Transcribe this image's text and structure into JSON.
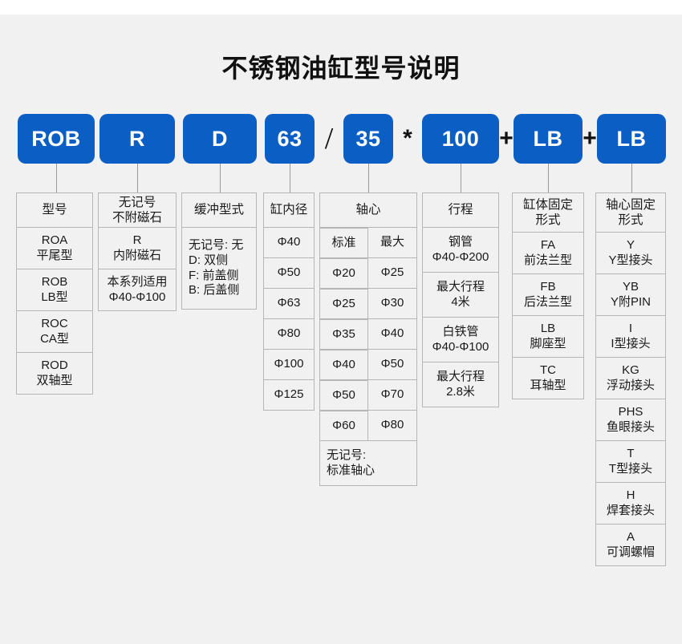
{
  "page": {
    "title": "不锈钢油缸型号说明",
    "background": "#f1f1f1",
    "accent": "#0b5fc4",
    "border_color": "#b6b6b6"
  },
  "code_row": {
    "badges": [
      {
        "label": "ROB",
        "name": "badge-model"
      },
      {
        "label": "R",
        "name": "badge-magnet"
      },
      {
        "label": "D",
        "name": "badge-cushion"
      },
      {
        "label": "63",
        "name": "badge-bore"
      },
      {
        "label": "35",
        "name": "badge-rod"
      },
      {
        "label": "100",
        "name": "badge-stroke"
      },
      {
        "label": "LB",
        "name": "badge-cylinder-mount"
      },
      {
        "label": "LB",
        "name": "badge-rod-mount"
      }
    ],
    "separators": [
      {
        "symbol": "/",
        "name": "separator-slash"
      },
      {
        "symbol": "*",
        "name": "separator-asterisk"
      },
      {
        "symbol": "+",
        "name": "separator-plus-1"
      },
      {
        "symbol": "+",
        "name": "separator-plus-2"
      }
    ]
  },
  "columns": [
    {
      "name": "column-model",
      "header": "型号",
      "rows": [
        {
          "lines": [
            "ROA",
            "平尾型"
          ]
        },
        {
          "lines": [
            "ROB",
            "LB型"
          ]
        },
        {
          "lines": [
            "ROC",
            "CA型"
          ]
        },
        {
          "lines": [
            "ROD",
            "双轴型"
          ]
        }
      ]
    },
    {
      "name": "column-magnet",
      "header_lines": [
        "无记号",
        "不附磁石"
      ],
      "rows": [
        {
          "lines": [
            "R",
            "内附磁石"
          ]
        },
        {
          "lines": [
            "本系列适用",
            "Φ40-Φ100"
          ]
        }
      ]
    },
    {
      "name": "column-cushion",
      "header": "缓冲型式",
      "rows": [
        {
          "lines": [
            "无记号: 无",
            "D: 双侧",
            "F: 前盖侧",
            "B: 后盖侧"
          ]
        }
      ]
    },
    {
      "name": "column-bore",
      "header": "缸内径",
      "rows": [
        {
          "lines": [
            "Φ40"
          ]
        },
        {
          "lines": [
            "Φ50"
          ]
        },
        {
          "lines": [
            "Φ63"
          ]
        },
        {
          "lines": [
            "Φ80"
          ]
        },
        {
          "lines": [
            "Φ100"
          ]
        },
        {
          "lines": [
            "Φ125"
          ]
        }
      ]
    },
    {
      "name": "column-rod",
      "header": "轴心",
      "sub_headers": [
        "标准",
        "最大"
      ],
      "pairs": [
        {
          "standard": "Φ20",
          "max": "Φ25"
        },
        {
          "standard": "Φ25",
          "max": "Φ30"
        },
        {
          "standard": "Φ35",
          "max": "Φ40"
        },
        {
          "standard": "Φ40",
          "max": "Φ50"
        },
        {
          "standard": "Φ50",
          "max": "Φ70"
        },
        {
          "standard": "Φ60",
          "max": "Φ80"
        }
      ],
      "footer_lines": [
        "无记号:",
        "标准轴心"
      ]
    },
    {
      "name": "column-stroke",
      "header": "行程",
      "rows": [
        {
          "lines": [
            "钢管",
            "Φ40-Φ200"
          ]
        },
        {
          "lines": [
            "最大行程",
            "4米"
          ]
        },
        {
          "lines": [
            "白铁管",
            "Φ40-Φ100"
          ]
        },
        {
          "lines": [
            "最大行程",
            "2.8米"
          ]
        }
      ]
    },
    {
      "name": "column-cylinder-mount",
      "header_lines": [
        "缸体固定",
        "形式"
      ],
      "rows": [
        {
          "lines": [
            "FA",
            "前法兰型"
          ]
        },
        {
          "lines": [
            "FB",
            "后法兰型"
          ]
        },
        {
          "lines": [
            "LB",
            "脚座型"
          ]
        },
        {
          "lines": [
            "TC",
            "耳轴型"
          ]
        }
      ]
    },
    {
      "name": "column-rod-mount",
      "header_lines": [
        "轴心固定",
        "形式"
      ],
      "rows": [
        {
          "lines": [
            "Y",
            "Y型接头"
          ]
        },
        {
          "lines": [
            "YB",
            "Y附PIN"
          ]
        },
        {
          "lines": [
            "I",
            "I型接头"
          ]
        },
        {
          "lines": [
            "KG",
            "浮动接头"
          ]
        },
        {
          "lines": [
            "PHS",
            "鱼眼接头"
          ]
        },
        {
          "lines": [
            "T",
            "T型接头"
          ]
        },
        {
          "lines": [
            "H",
            "焊套接头"
          ]
        },
        {
          "lines": [
            "A",
            "可调螺帽"
          ]
        }
      ]
    }
  ]
}
